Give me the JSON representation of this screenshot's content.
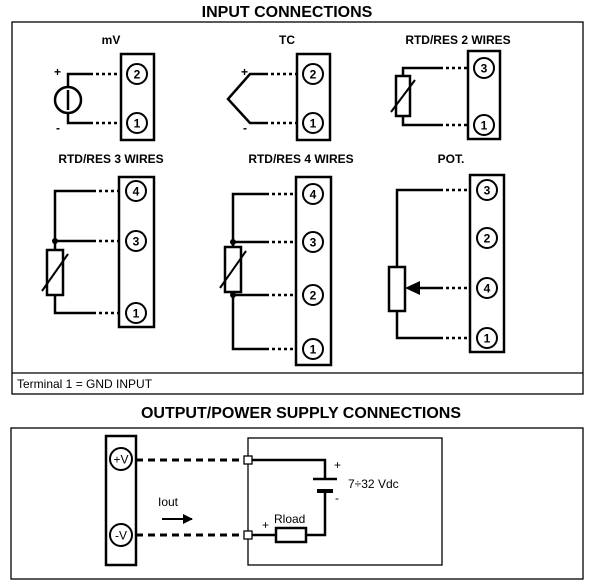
{
  "title": "INPUT CONNECTIONS",
  "input_sections": [
    {
      "label": "mV",
      "sign_plus": "+",
      "sign_minus": "-",
      "pins": [
        "2",
        "1"
      ]
    },
    {
      "label": "TC",
      "sign_plus": "+",
      "sign_minus": "-",
      "pins": [
        "2",
        "1"
      ]
    },
    {
      "label": "RTD/RES 2 WIRES",
      "pins": [
        "3",
        "1"
      ]
    },
    {
      "label": "RTD/RES 3 WIRES",
      "pins": [
        "4",
        "3",
        "1"
      ]
    },
    {
      "label": "RTD/RES 4 WIRES",
      "pins": [
        "4",
        "3",
        "2",
        "1"
      ]
    },
    {
      "label": "POT.",
      "pins": [
        "3",
        "2",
        "4",
        "1"
      ]
    }
  ],
  "footer_note": "Terminal 1 = GND INPUT",
  "output": {
    "title": "OUTPUT/POWER SUPPLY CONNECTIONS",
    "terminal_plus": "+V",
    "terminal_minus": "-V",
    "current_label": "Iout",
    "supply_label": "7÷32 Vdc",
    "supply_plus": "+",
    "supply_minus": "-",
    "load_label": "Rload",
    "load_plus": "+"
  }
}
